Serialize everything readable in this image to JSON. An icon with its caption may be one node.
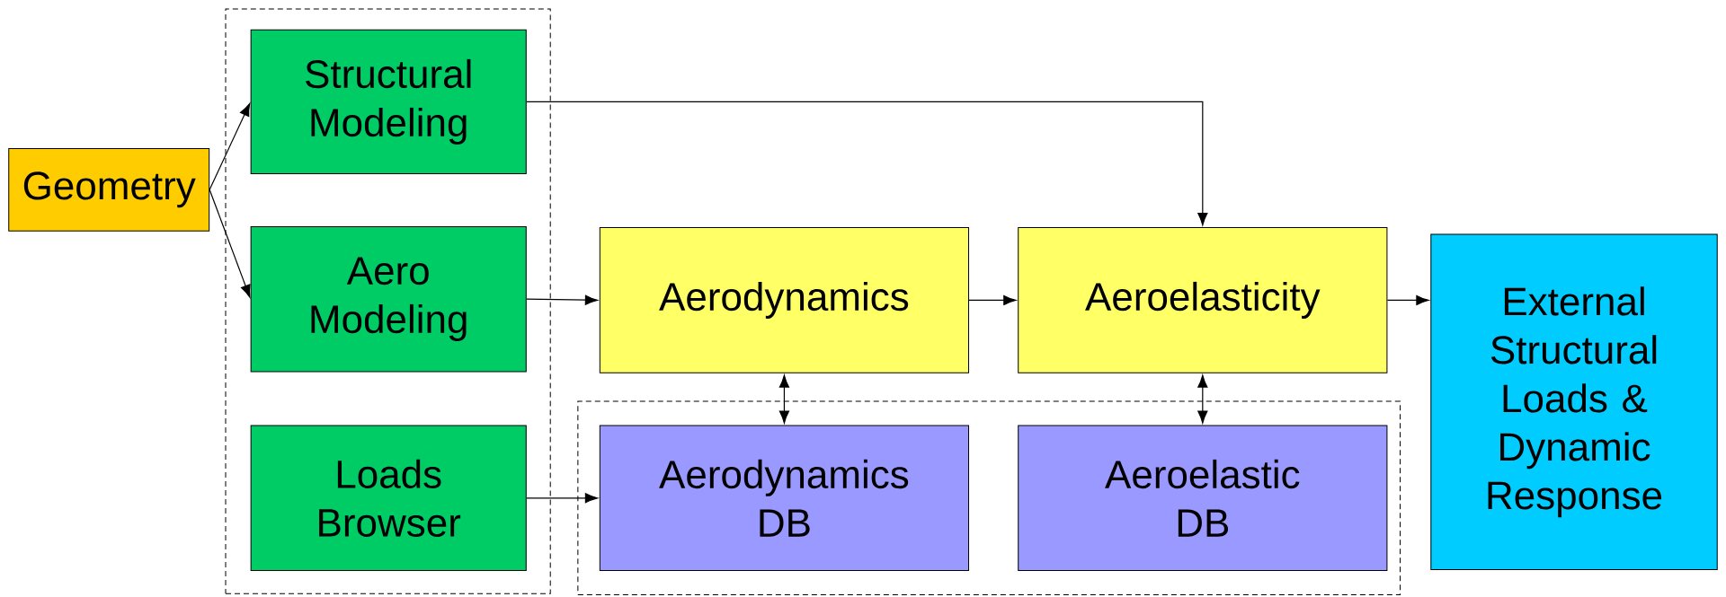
{
  "diagram": {
    "nodes": [
      {
        "text": [
          "Geometry"
        ]
      },
      {
        "text": [],
        "shape": "box"
      },
      {
        "text": [
          "Structural Modeling"
        ],
        "in": 1
      },
      {
        "text": [
          "Aero Modeling"
        ],
        "in": 1
      },
      {
        "text": [
          "Loads Browser"
        ],
        "in": 1
      },
      {
        "text": [
          "Aerodynamics"
        ]
      },
      {
        "text": [
          "Aeroelasticity"
        ]
      },
      {
        "text": [],
        "shape": "box"
      },
      {
        "text": [
          "Aerodynamics DB"
        ],
        "in": 7
      },
      {
        "text": [
          "Aeroelastic DB"
        ],
        "in": 7
      },
      {
        "text": [
          "External Structural Loads & Dynamic Response"
        ]
      }
    ],
    "edges": [
      {
        "from": 0,
        "to": 2,
        "arrow": "to"
      },
      {
        "from": 0,
        "to": 3,
        "arrow": "to"
      },
      {
        "from": 2,
        "to": 6,
        "arrow": "to"
      },
      {
        "from": 3,
        "to": 5,
        "arrow": "to"
      },
      {
        "from": 5,
        "to": 6,
        "arrow": "to"
      },
      {
        "from": 6,
        "to": 10,
        "arrow": "to"
      },
      {
        "from": 5,
        "to": 8,
        "arrow": "both"
      },
      {
        "from": 6,
        "to": 9,
        "arrow": "both"
      },
      {
        "from": 4,
        "to": 8,
        "arrow": "to"
      }
    ]
  }
}
